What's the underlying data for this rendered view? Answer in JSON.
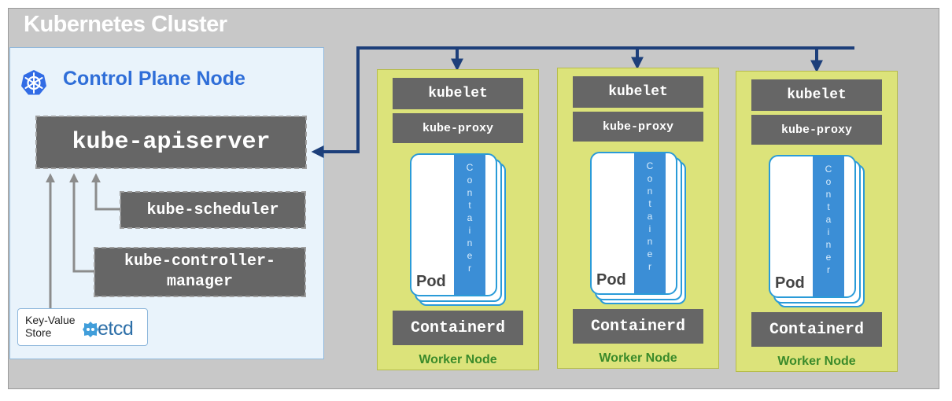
{
  "cluster": {
    "title": "Kubernetes Cluster"
  },
  "control_plane": {
    "title": "Control Plane Node",
    "logo_icon": "kubernetes-wheel-icon",
    "apiserver": "kube-apiserver",
    "scheduler": "kube-scheduler",
    "controller_manager_line1": "kube-controller-",
    "controller_manager_line2": "manager",
    "etcd": {
      "kv_line1": "Key-Value",
      "kv_line2": "Store",
      "logo_text": "etcd",
      "logo_icon": "etcd-icon"
    }
  },
  "workers": [
    {
      "kubelet": "kubelet",
      "kube_proxy": "kube-proxy",
      "pod": "Pod",
      "container": "Container",
      "runtime": "Containerd",
      "label": "Worker Node"
    },
    {
      "kubelet": "kubelet",
      "kube_proxy": "kube-proxy",
      "pod": "Pod",
      "container": "Container",
      "runtime": "Containerd",
      "label": "Worker Node"
    },
    {
      "kubelet": "kubelet",
      "kube_proxy": "kube-proxy",
      "pod": "Pod",
      "container": "Container",
      "runtime": "Containerd",
      "label": "Worker Node"
    }
  ],
  "colors": {
    "cluster_bg": "#c8c8c8",
    "control_plane_bg": "#e9f3fb",
    "component_bg": "#666666",
    "worker_bg": "#dce37a",
    "connector": "#1d3f7a",
    "container_strip": "#3b8ed6",
    "accent_blue": "#2f6ed8"
  }
}
